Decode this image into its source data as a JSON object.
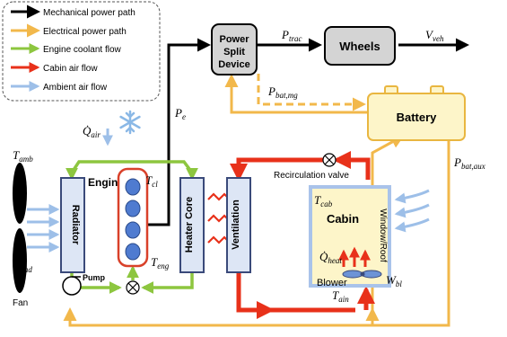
{
  "legend": {
    "items": [
      {
        "label": "Mechanical power path",
        "color": "#000000"
      },
      {
        "label": "Electrical power path",
        "color": "#f2b84b"
      },
      {
        "label": "Engine coolant flow",
        "color": "#8dc63f"
      },
      {
        "label": "Cabin air flow",
        "color": "#e8311a"
      },
      {
        "label": "Ambient air flow",
        "color": "#9dbfe8"
      }
    ]
  },
  "blocks": {
    "power_split_line1": "Power",
    "power_split_line2": "Split",
    "power_split_line3": "Device",
    "wheels": "Wheels",
    "battery": "Battery",
    "engine": "Engine",
    "radiator": "Radiator",
    "heater_core": "Heater Core",
    "ventilation": "Ventilation",
    "cabin": "Cabin",
    "window_roof": "Window/Roof",
    "pump": "Pump",
    "fan": "Fan",
    "blower": "Blower",
    "recirculation_valve": "Recirculation valve"
  },
  "symbols": {
    "p_trac": {
      "base": "P",
      "sub": "trac"
    },
    "v_veh": {
      "base": "V",
      "sub": "veh"
    },
    "p_bat_mg": {
      "base": "P",
      "sub": "bat,mg"
    },
    "p_e": {
      "base": "P",
      "sub": "e"
    },
    "q_air": {
      "base": "Q̇",
      "sub": "air"
    },
    "t_amb": {
      "base": "T",
      "sub": "amb"
    },
    "t_cl": {
      "base": "T",
      "sub": "cl"
    },
    "t_eng": {
      "base": "T",
      "sub": "eng"
    },
    "q_rad": {
      "base": "Q̇",
      "sub": "rad"
    },
    "t_cab": {
      "base": "T",
      "sub": "cab"
    },
    "q_heat": {
      "base": "Q̇",
      "sub": "heat"
    },
    "t_ain": {
      "base": "T",
      "sub": "ain"
    },
    "w_bl": {
      "base": "W",
      "sub": "bl"
    },
    "p_bat_aux": {
      "base": "P",
      "sub": "bat,aux"
    }
  },
  "colors": {
    "mechanical": "#000000",
    "electrical": "#f2b84b",
    "coolant": "#8dc63f",
    "cabin_air": "#e8311a",
    "ambient_air": "#9dbfe8",
    "block_gray": "#d4d4d4",
    "battery_fill": "#fdf5c9",
    "battery_border": "#e9b640",
    "component_fill": "#dde6f5",
    "component_border": "#3a4a7a",
    "cabin_border": "#a9c3ea",
    "engine_border": "#d9412a",
    "cylinder_fill": "#4f7bd0"
  }
}
